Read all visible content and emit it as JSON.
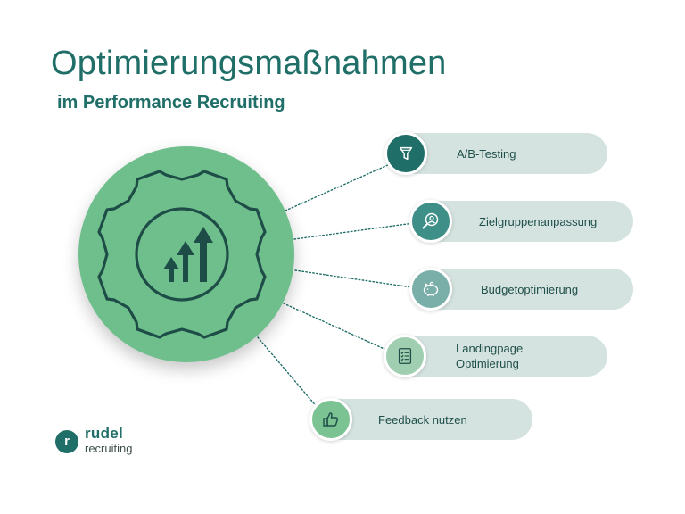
{
  "header": {
    "title": "Optimierungsmaßnahmen",
    "subtitle": "im Performance Recruiting"
  },
  "hub": {
    "icon": "gear-growth-arrows-icon",
    "color": "#6fbf8d",
    "icon_color": "#1e4d47"
  },
  "items": [
    {
      "label": "A/B-Testing",
      "icon": "funnel-icon",
      "icon_bg": "#1f6e67"
    },
    {
      "label": "Zielgruppenanpassung",
      "icon": "person-search-icon",
      "icon_bg": "#3e8f88"
    },
    {
      "label": "Budgetoptimierung",
      "icon": "piggy-bank-icon",
      "icon_bg": "#7aaea8"
    },
    {
      "label": "Landingpage\nOptimierung",
      "icon": "checklist-document-icon",
      "icon_bg": "#9fcfb0"
    },
    {
      "label": "Feedback nutzen",
      "icon": "thumbs-up-icon",
      "icon_bg": "#7cc394"
    }
  ],
  "logo": {
    "mark": "r",
    "name": "rudel",
    "tagline": "recruiting"
  },
  "colors": {
    "heading": "#1f6e67",
    "pill_bg": "#d5e3e0",
    "connector": "#1f6e67"
  }
}
